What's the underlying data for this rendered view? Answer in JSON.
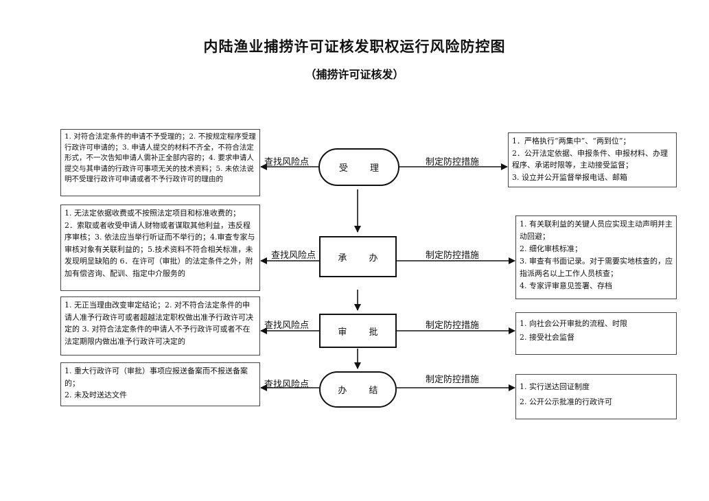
{
  "title": "内陆渔业捕捞许可证核发职权运行风险防控图",
  "subtitle": "（捕捞许可证核发）",
  "steps": [
    {
      "name": "受  理",
      "risk_label": "查找风险点",
      "measure_label": "制定防控措施",
      "risks": [
        "1. 对符合法定条件的申请不予受理的；2. 不按规定程序受理行政许可申请的；3. 申请人提交的材料不齐全，不符合法定形式，不一次告知申请人需补正全部内容的；4. 要求申请人提交与其申请的行政许可事项无关的技术资料；5. 未依法说明不受理行政许可申请或者不予行政许可的理由的"
      ],
      "measures": [
        "1．严格执行“两集中”、“两到位”；",
        "2．公开法定依据、申报条件、申报材料、办理程序、承诺时限等，主动接受监督；",
        "3. 设立并公开监督举报电话、邮箱"
      ]
    },
    {
      "name": "承  办",
      "risk_label": "查找风险点",
      "measure_label": "制定防控措施",
      "risks": [
        "1. 无法定依据收费或不按照法定项目和标准收费的；",
        "2．索取或者收受申请人财物或者谋取其他利益，违反程序审核；3. 依法应当举行听证而不举行的；4.审查专家与审核对象有关联利益的；5.技术资料不符合相关标准，未发现明显缺陷的 6．在许可（审批）的法定条件之外，附加有偿咨询、配训、指定中介服务的"
      ],
      "measures": [
        "1. 有关联利益的关键人员应实现主动声明并主动回避；",
        "2. 细化审核标准；",
        "3. 审查有书面记录。对于需要实地核查的，应指派两名以上工作人员核查；",
        "4. 专家评审意见签署、存档"
      ]
    },
    {
      "name": "审  批",
      "risk_label": "查找风险点",
      "measure_label": "制定防控措施",
      "risks": [
        "1. 无正当理由改变审定结论；2. 对不符合法定条件的申请人准予行政许可或者超越法定职权做出准予行政许可决定的 3. 对符合法定条件的申请人不予行政许可或者不在法定期限内做出准予行政许可决定的"
      ],
      "measures": [
        "1. 向社会公开审批的流程、时限",
        "2. 接受社会监督"
      ]
    },
    {
      "name": "办  结",
      "risk_label": "查找风险点",
      "measure_label": "制定防控措施",
      "risks": [
        "1. 重大行政许可（审批）事项应报送备案而不报送备案的；",
        "2. 未及时送达文件"
      ],
      "measures": [
        "1. 实行送达回证制度",
        "2. 公开公示批准的行政许可"
      ]
    }
  ]
}
